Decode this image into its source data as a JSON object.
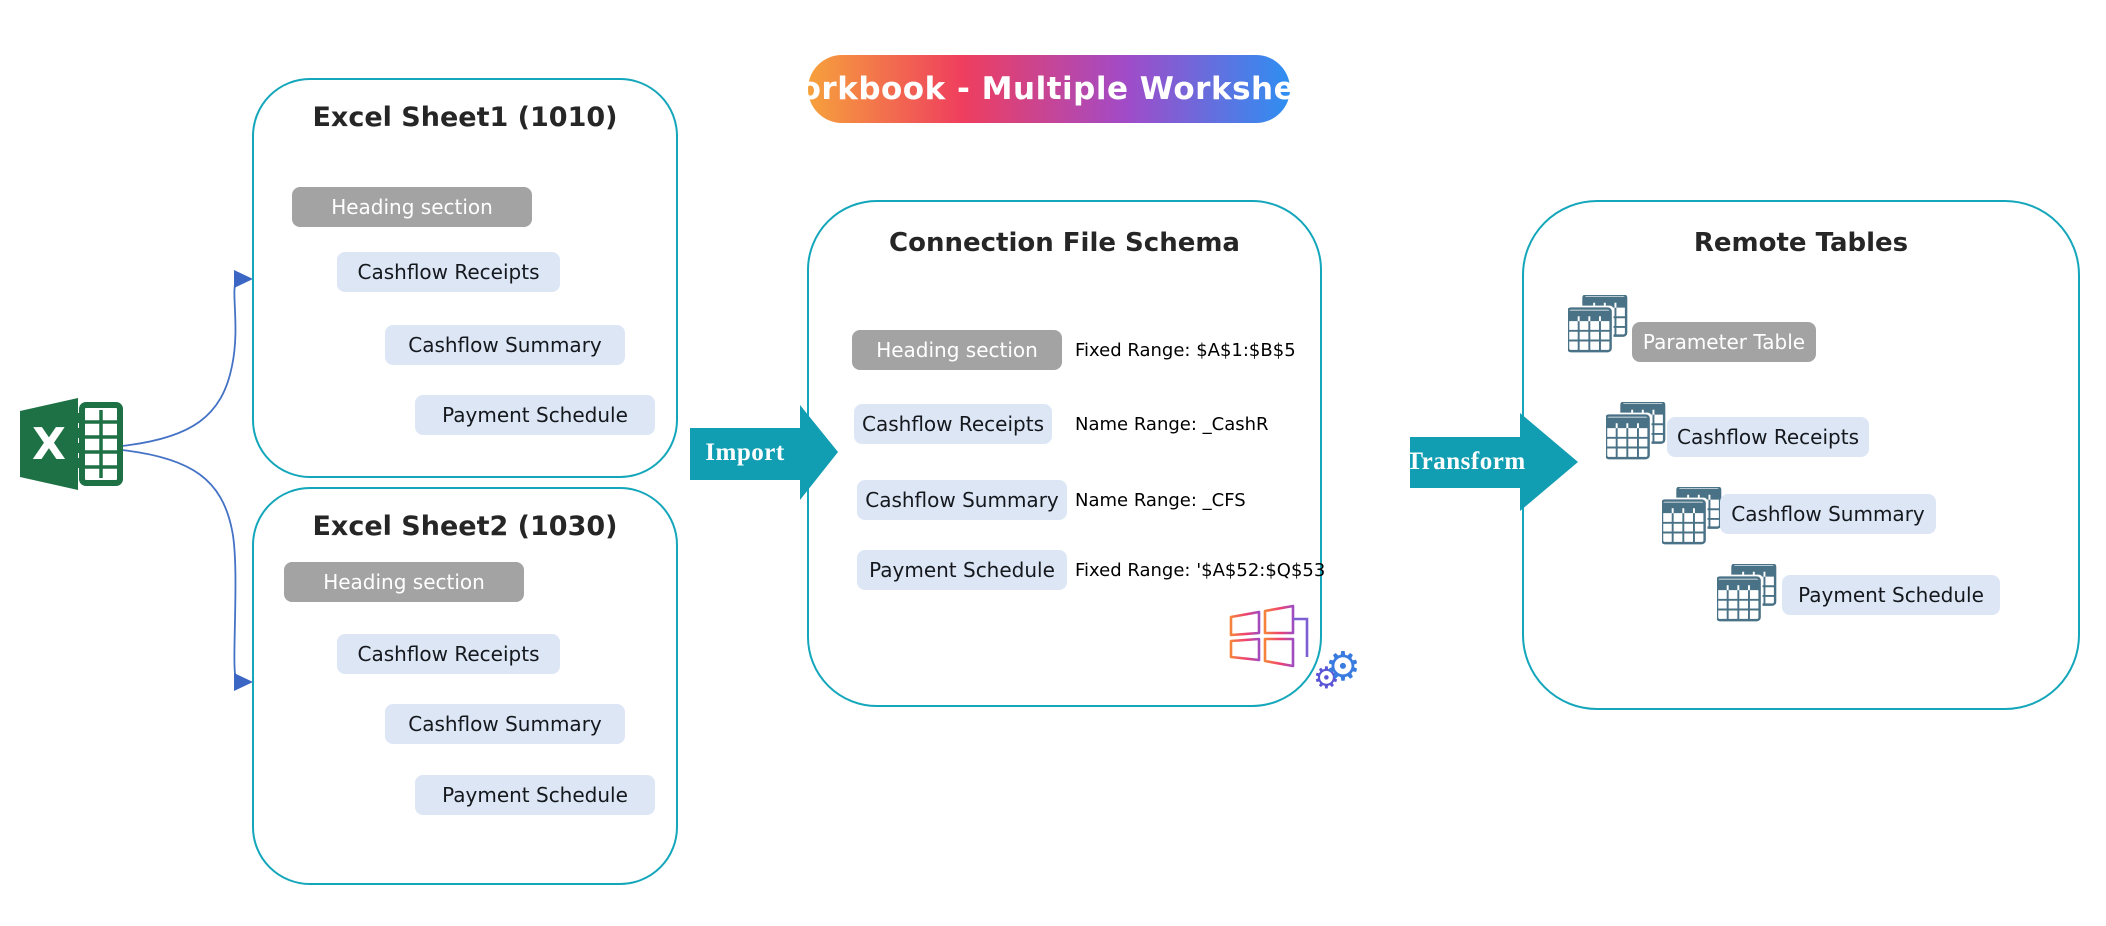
{
  "badge": {
    "label": "Workbook - Multiple Worksheet"
  },
  "excel_icon": {
    "letter": "X"
  },
  "sheet1": {
    "title": "Excel Sheet1 (1010)",
    "rows": [
      {
        "label": "Heading section",
        "style": "gray"
      },
      {
        "label": "Cashflow Receipts",
        "style": "blue"
      },
      {
        "label": "Cashflow Summary",
        "style": "blue"
      },
      {
        "label": "Payment Schedule",
        "style": "blue"
      }
    ]
  },
  "sheet2": {
    "title": "Excel Sheet2 (1030)",
    "rows": [
      {
        "label": "Heading section",
        "style": "gray"
      },
      {
        "label": "Cashflow Receipts",
        "style": "blue"
      },
      {
        "label": "Cashflow Summary",
        "style": "blue"
      },
      {
        "label": "Payment Schedule",
        "style": "blue"
      }
    ]
  },
  "schema": {
    "title": "Connection File Schema",
    "rows": [
      {
        "label": "Heading section",
        "style": "gray",
        "annotation": "Fixed Range: $A$1:$B$5"
      },
      {
        "label": "Cashflow Receipts",
        "style": "blue",
        "annotation": "Name Range: _CashR"
      },
      {
        "label": "Cashflow Summary",
        "style": "blue",
        "annotation": "Name Range: _CFS"
      },
      {
        "label": "Payment Schedule",
        "style": "blue",
        "annotation": "Fixed Range: '$A$52:$Q$53"
      }
    ]
  },
  "remote": {
    "title": "Remote Tables",
    "rows": [
      {
        "label": "Parameter Table",
        "style": "gray"
      },
      {
        "label": "Cashflow Receipts",
        "style": "blue"
      },
      {
        "label": "Cashflow Summary",
        "style": "blue"
      },
      {
        "label": "Payment Schedule",
        "style": "blue"
      }
    ]
  },
  "arrows": {
    "import": "Import",
    "transform": "Transform"
  },
  "icons": {
    "excel": "excel-logo",
    "table_stack": "stacked-tables-icon",
    "windows": "windows-logo-outline",
    "gears": "gear-icon"
  },
  "colors": {
    "panel_border": "#14A6BA",
    "block_arrow": "#119DB2",
    "pill_blue": "#DCE6F5",
    "pill_gray": "#A3A3A3",
    "connector_blue": "#4472C4",
    "excel_green": "#1E7145",
    "table_icon": "#4A7286",
    "badge_gradient": [
      "#F6A13C",
      "#EF3E5E",
      "#A14BC8",
      "#2E8FF2"
    ]
  }
}
